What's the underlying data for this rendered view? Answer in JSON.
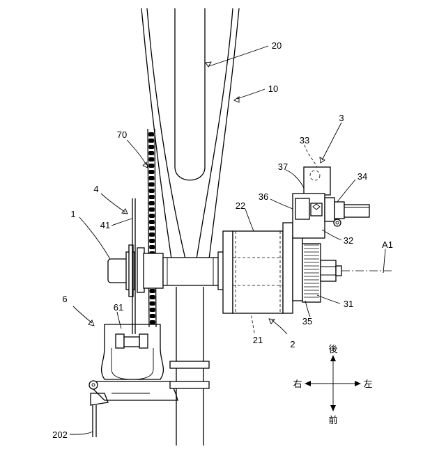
{
  "figure": {
    "labels": {
      "l20": "20",
      "l10": "10",
      "l3": "3",
      "l33": "33",
      "l70": "70",
      "l37": "37",
      "l34": "34",
      "l4": "4",
      "l36": "36",
      "l22": "22",
      "l1": "1",
      "l41": "41",
      "l32": "32",
      "lA1": "A1",
      "l6": "6",
      "l31": "31",
      "l61": "61",
      "l35": "35",
      "l21": "21",
      "l2": "2",
      "l202": "202"
    },
    "directions": {
      "rear": "後",
      "front": "前",
      "right": "右",
      "left": "左"
    }
  }
}
